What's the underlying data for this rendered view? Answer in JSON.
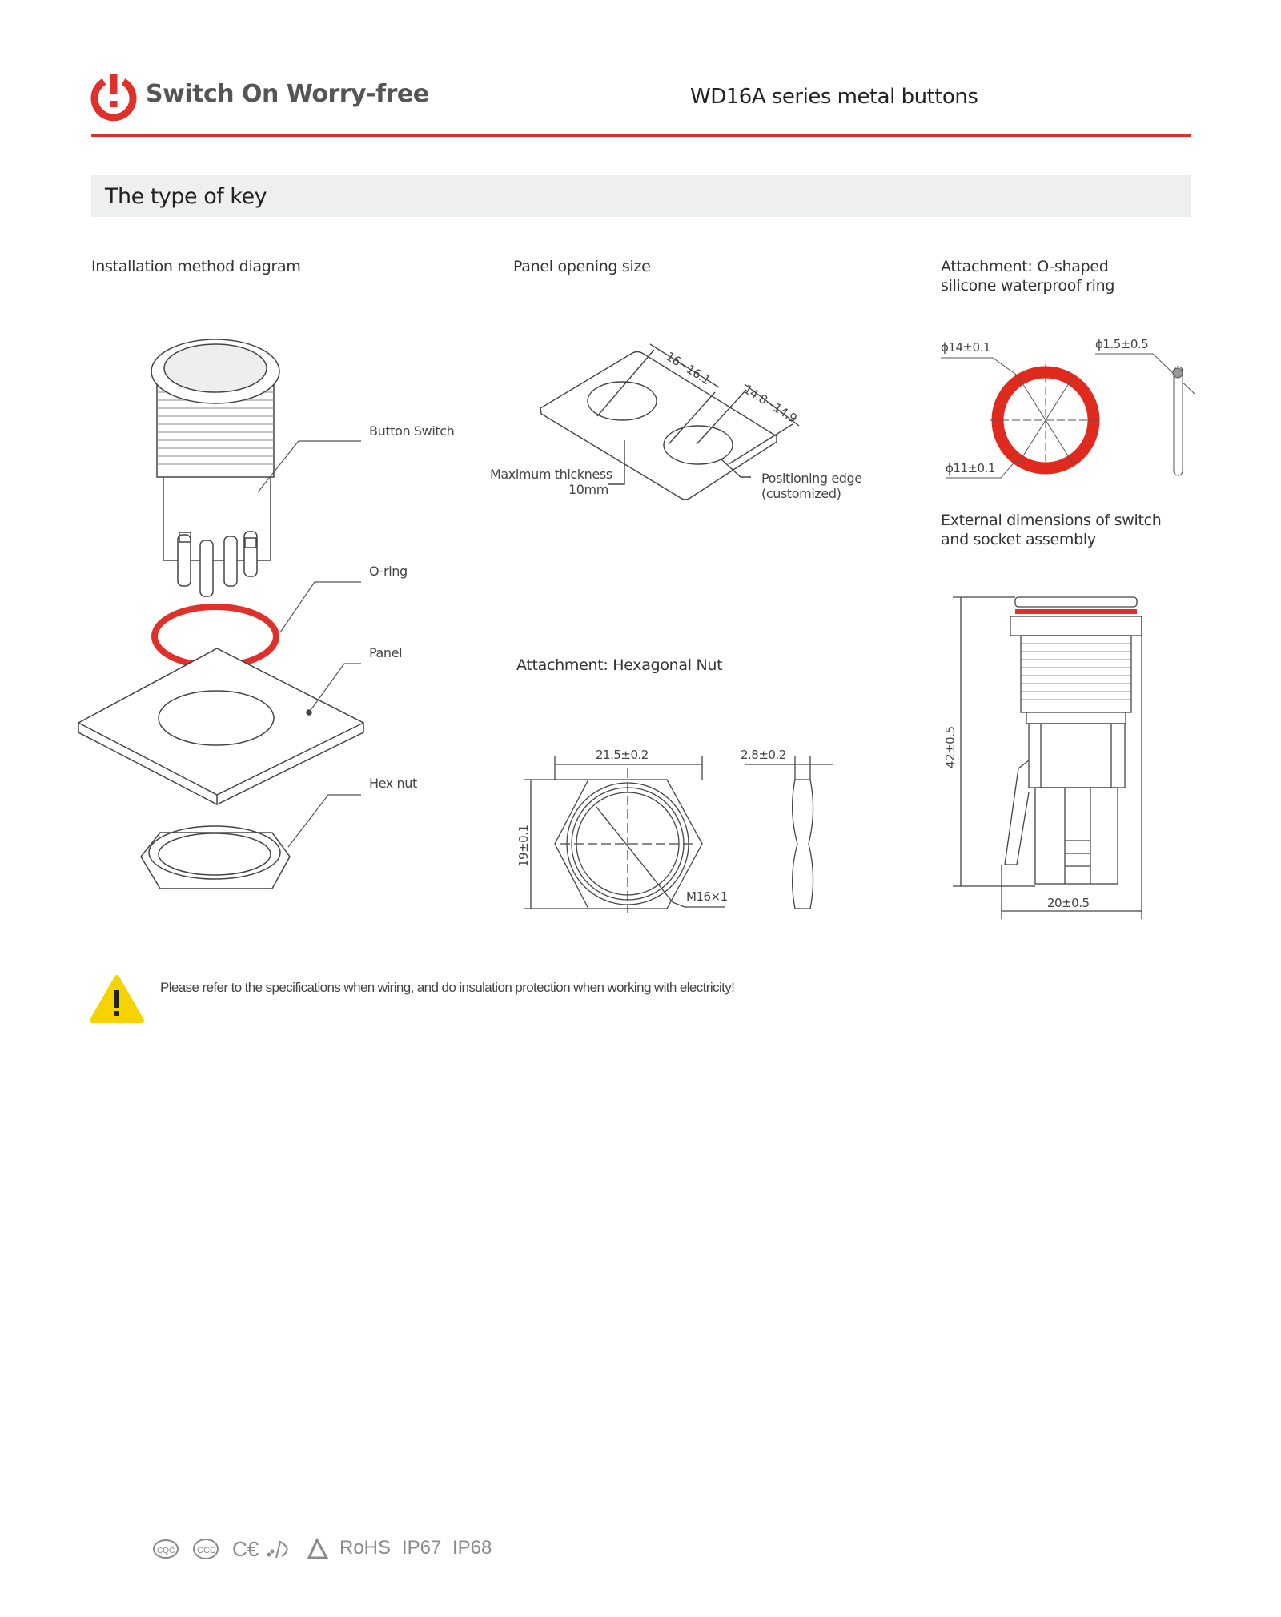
{
  "header": {
    "brand": "Switch On Worry-free",
    "title": "WD16A series metal buttons",
    "accent_color": "#e0302a"
  },
  "section": {
    "title": "The type of key"
  },
  "installation": {
    "title": "Installation method diagram",
    "labels": {
      "button_switch": "Button Switch",
      "o_ring": "O-ring",
      "panel": "Panel",
      "hex_nut": "Hex nut"
    }
  },
  "panel_opening": {
    "title": "Panel opening size",
    "dim_hole": "16~16.1",
    "dim_edge": "14.8~14.9",
    "max_thickness_line1": "Maximum thickness",
    "max_thickness_line2": "10mm",
    "positioning_line1": "Positioning edge",
    "positioning_line2": "(customized)"
  },
  "o_ring": {
    "title_line1": "Attachment: O-shaped",
    "title_line2": "silicone waterproof ring",
    "outer_dia": "ϕ14±0.1",
    "inner_dia": "ϕ11±0.1",
    "cross_section": "ϕ1.5±0.5"
  },
  "hex_nut": {
    "title": "Attachment:  Hexagonal Nut",
    "width": "21.5±0.2",
    "height": "19±0.1",
    "thread": "M16×1",
    "thickness": "2.8±0.2"
  },
  "assembly": {
    "title_line1": "External dimensions of switch",
    "title_line2": "and socket assembly",
    "height": "42±0.5",
    "width": "20±0.5"
  },
  "warning": {
    "text": "Please refer to the specifications when wiring, and do insulation protection when working with electricity!"
  },
  "certifications": {
    "cqc": "CQC",
    "ccc": "CCC",
    "ce": "CE",
    "rohs": "RoHS",
    "ip67": "IP67",
    "ip68": "IP68"
  }
}
